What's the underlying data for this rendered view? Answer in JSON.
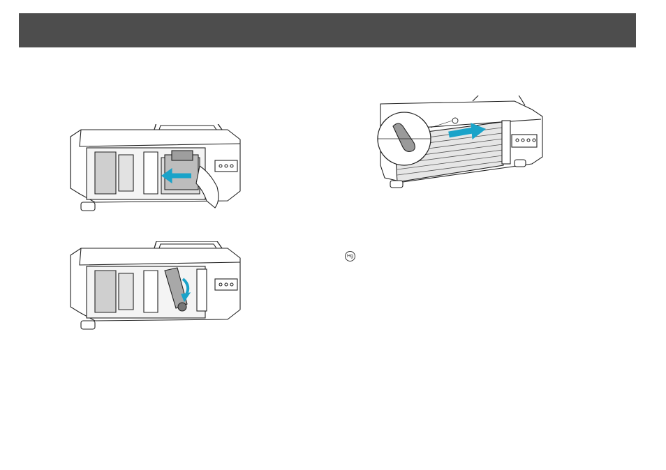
{
  "header": {
    "background_color": "#4d4d4d"
  },
  "figures": [
    {
      "name": "insert-lamp-illustration",
      "arrow_color": "#1aa3c9"
    },
    {
      "name": "tighten-lamp-illustration",
      "arrow_color": "#1aa3c9"
    },
    {
      "name": "attach-lamp-cover-illustration",
      "arrow_color": "#1aa3c9"
    }
  ],
  "hg_symbol": {
    "label": "Hg"
  }
}
